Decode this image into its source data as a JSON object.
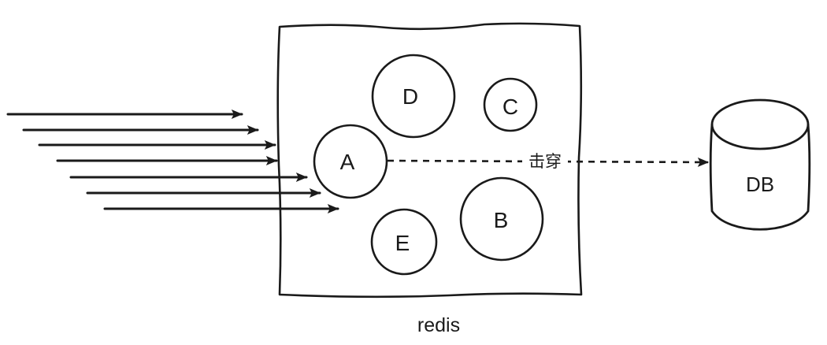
{
  "diagram": {
    "caption": "redis",
    "breakdown_label": "击穿",
    "database_label": "DB",
    "nodes": {
      "a": "A",
      "b": "B",
      "c": "C",
      "d": "D",
      "e": "E"
    },
    "incoming_request_arrow_count": 7,
    "colors": {
      "ink": "#1a1a1a",
      "background": "#ffffff"
    }
  }
}
